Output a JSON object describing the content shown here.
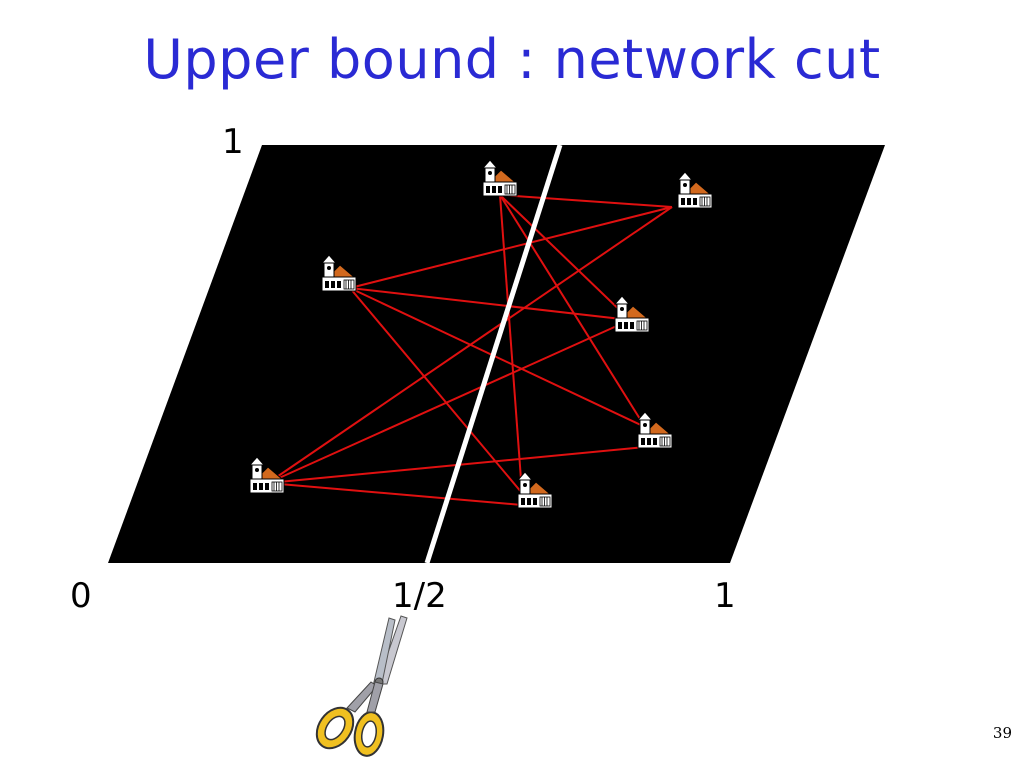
{
  "title": "Upper bound : network cut",
  "axis": {
    "y_top": "1",
    "x_start": "0",
    "x_half": "1/2",
    "x_end": "1"
  },
  "slide_number": "39",
  "colors": {
    "title": "#2a2ad4",
    "region": "#000000",
    "edges": "#e01010",
    "cut": "#ffffff"
  },
  "icons": [
    "house-icon",
    "scissors-icon"
  ]
}
